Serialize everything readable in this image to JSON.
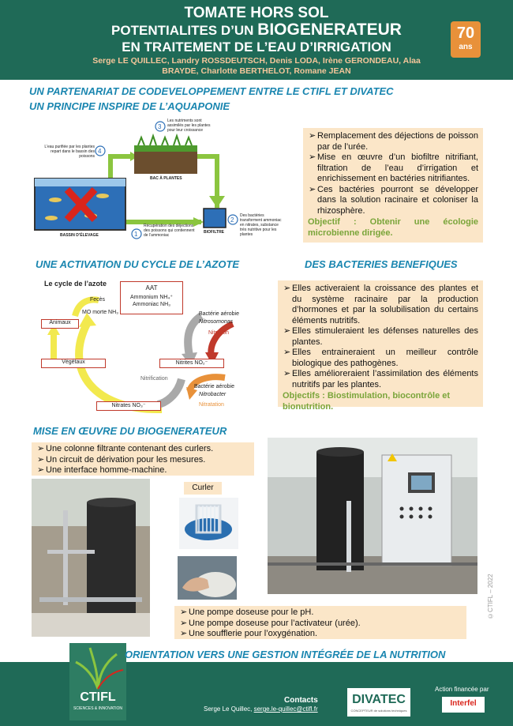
{
  "header": {
    "title1": "TOMATE HORS SOL",
    "title2_prefix": "POTENTIALITES D’UN ",
    "title2_big": "BIOGENERATEUR",
    "title3": "EN TRAITEMENT DE L’EAU D’IRRIGATION",
    "authors": "Serge LE QUILLEC, Landry ROSSDEUTSCH, Denis LODA, Irène GERONDEAU, Alaa BRAYDE, Charlotte BERTHELOT, Romane JEAN",
    "badge_number": "70",
    "badge_word": "ans"
  },
  "sections": {
    "s1": "UN PARTENARIAT DE CODEVELOPPEMENT ENTRE LE CTIFL ET DIVATEC",
    "s2": "UN PRINCIPE INSPIRE DE L’AQUAPONIE",
    "s3": "UNE ACTIVATION DU CYCLE DE L’AZOTE",
    "s4": "DES BACTERIES BENEFIQUES",
    "s5": "MISE EN ŒUVRE DU BIOGENERATEUR",
    "s6": "ORIENTATION  VERS UNE GESTION INTÉGRÉE DE LA NUTRITION"
  },
  "aquaponie": {
    "step1": "Récupération des déjections des poissons qui contiennent de l’ammoniac",
    "step2": "Des bactéries transforment ammoniac en nitrates, substance très nutritive pour les plantes",
    "step3": "Les nutriments sont assimilés par les plantes pour leur croissance",
    "step4": "L’eau purifiée par les plantes repart dans le bassin des poissons",
    "n1": "1",
    "n2": "2",
    "n3": "3",
    "n4": "4",
    "bac": "BAC À PLANTES",
    "bassin": "BASSIN D’ÉLEVAGE",
    "biofiltre": "BIOFILTRE"
  },
  "box1": {
    "items": [
      "Remplacement des déjections de poisson par de l’urée.",
      "Mise en œuvre d’un biofiltre nitrifiant, filtration de l’eau d’irrigation et enrichissement en bactéries nitrifiantes.",
      "Ces bactéries pourront se développer dans la solution racinaire et coloniser la rhizosphère."
    ],
    "objective": "Objectif : Obtenir une écologie microbienne dirigée."
  },
  "cycle": {
    "title": "Le cycle de l’azote",
    "aat": "AAT",
    "ammonium": "Ammonium NH₄⁺",
    "ammoniac": "Ammoniac NH₃",
    "feces": "Fecès",
    "mo": "MO morte NH₃",
    "animaux": "Animaux",
    "vegetaux": "Végétaux",
    "nitrites": "Nitrites NO₂⁻",
    "nitrates": "Nitrates NO₃⁻",
    "bact1": "Bactérie aérobie",
    "nitrosomonas": "Nitrosomonas",
    "nitration": "Nitration",
    "nitrification": "Nitrification",
    "bact2": "Bactérie aérobie",
    "nitrobacter": "Nitrobacter",
    "nitratation": "Nitratation"
  },
  "box2": {
    "items": [
      "Elles activeraient la croissance des plantes et du système racinaire par la production d’hormones et par la solubilisation du certains éléments nutritifs.",
      "Elles stimuleraient les défenses naturelles des plantes.",
      "Elles entraineraient un meilleur contrôle biologique des pathogènes.",
      "Elles amélioreraient l’assimilation des éléments nutritifs par les plantes."
    ],
    "objective": "Objectifs : Biostimulation, biocontrôle et bionutrition."
  },
  "box3": {
    "items": [
      "Une colonne filtrante contenant des curlers.",
      "Un circuit de dérivation pour les mesures.",
      "Une interface homme-machine."
    ]
  },
  "curler_label": "Curler",
  "box4": {
    "items": [
      "Une pompe doseuse pour le pH.",
      "Une pompe doseuse pour l’activateur (urée).",
      "Une soufflerie pour l’oxygénation."
    ]
  },
  "copyright": "©CTIFL – 2022",
  "footer": {
    "ctifl": "CTIFL",
    "ctifl_sub": "SCIENCES & INNOVATION",
    "contacts_title": "Contacts",
    "contacts_name": "Serge Le Quillec, ",
    "contacts_email": "serge.le-quillec@ctifl.fr",
    "divatec": "DIVATEC",
    "divatec_sub": "CONCEPTEUR de solutions techniques",
    "financed": "Action financée par",
    "interfel": "Interfel"
  }
}
